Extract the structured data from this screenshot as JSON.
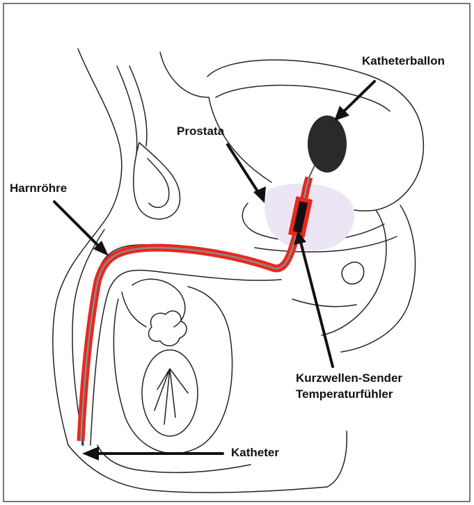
{
  "labels": {
    "catheter_balloon": "Katheterballon",
    "prostate": "Prostata",
    "urethra": "Harnröhre",
    "microwave_transmitter": "Kurzwellen-Sender",
    "temperature_sensor": "Temperaturfühler",
    "catheter": "Katheter"
  },
  "colors": {
    "catheter": "#e8281e",
    "catheter_core": "#8a8a8a",
    "prostate": "#ece6f4",
    "balloon": "#2a2a2a",
    "transmitter": "#111111",
    "outline": "#222222",
    "frame": "#4a4a4a"
  }
}
